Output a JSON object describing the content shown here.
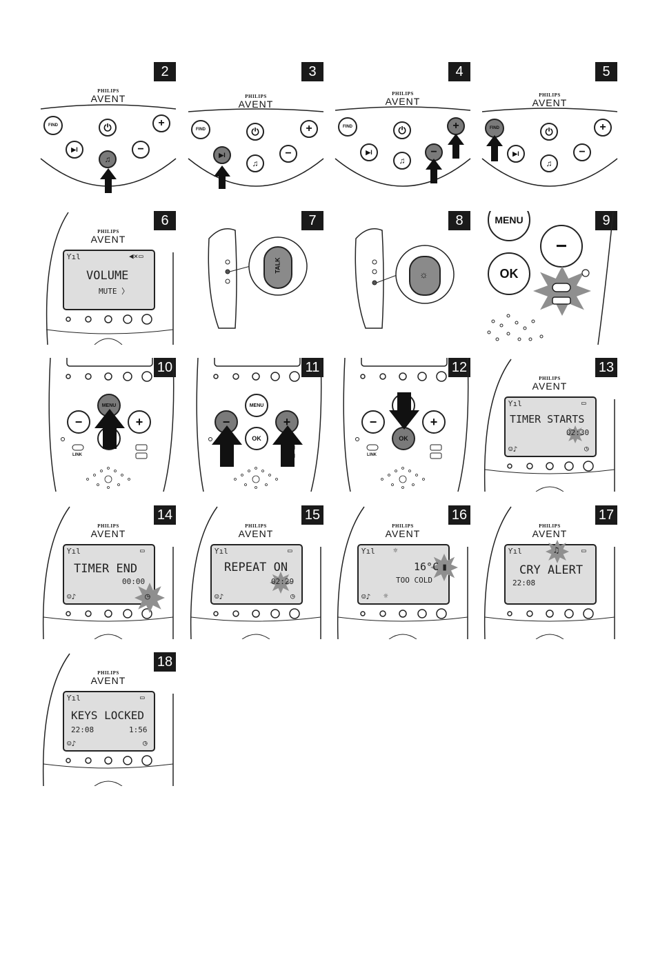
{
  "brand": {
    "maker": "PHILIPS",
    "product": "AVENT"
  },
  "panels": [
    {
      "num": "2"
    },
    {
      "num": "3"
    },
    {
      "num": "4"
    },
    {
      "num": "5"
    },
    {
      "num": "6"
    },
    {
      "num": "7"
    },
    {
      "num": "8"
    },
    {
      "num": "9"
    },
    {
      "num": "10"
    },
    {
      "num": "11"
    },
    {
      "num": "12"
    },
    {
      "num": "13"
    },
    {
      "num": "14"
    },
    {
      "num": "15"
    },
    {
      "num": "16"
    },
    {
      "num": "17"
    },
    {
      "num": "18"
    }
  ],
  "labels": {
    "find": "FIND",
    "on": "ON",
    "menu": "MENU",
    "ok": "OK",
    "link": "LINK",
    "talk": "TALK",
    "plus": "+",
    "minus": "−",
    "power": "⏻",
    "play": "▶I",
    "music": "♫"
  },
  "screens": {
    "p6": {
      "line1": "VOLUME",
      "line2": "MUTE 〉"
    },
    "p13": {
      "line1": "TIMER STARTS",
      "line2": "02:30"
    },
    "p14": {
      "line1": "TIMER END",
      "line2": "00:00"
    },
    "p15": {
      "line1": "REPEAT ON",
      "line2": "02:29"
    },
    "p16": {
      "line1": "16°C",
      "line2": "TOO COLD"
    },
    "p17": {
      "line1": "CRY ALERT",
      "line2": "22:08"
    },
    "p18": {
      "line1": "KEYS LOCKED",
      "line2": "22:08",
      "line3": "1:56"
    }
  },
  "icons": [
    "signal-icon",
    "battery-icon",
    "speaker-mute-icon",
    "timer-icon",
    "face-icon",
    "thermometer-icon",
    "sun-icon",
    "bell-icon",
    "arrow-up-icon",
    "arrow-down-icon",
    "night-light-icon"
  ]
}
